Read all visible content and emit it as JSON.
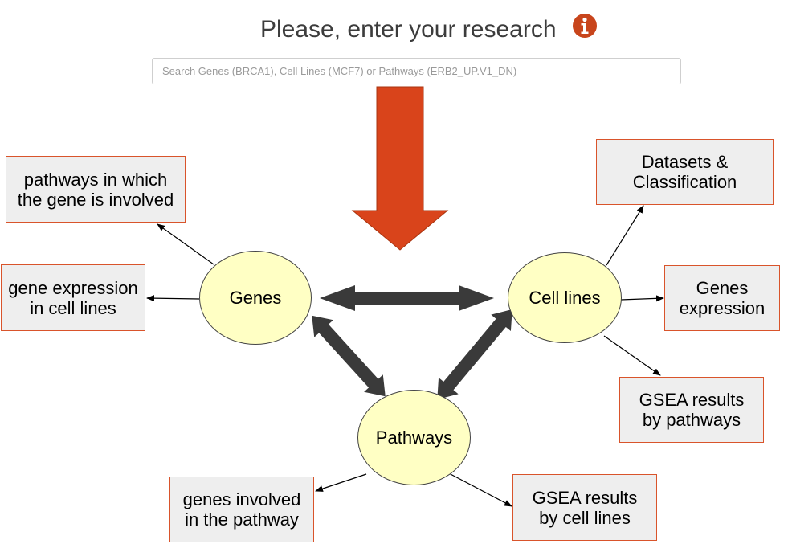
{
  "header": {
    "title": "Please, enter your research",
    "info_icon": "info-icon"
  },
  "search": {
    "placeholder": "Search Genes (BRCA1), Cell Lines (MCF7) or Pathways (ERB2_UP.V1_DN)",
    "value": ""
  },
  "nodes": {
    "genes": "Genes",
    "cell_lines": "Cell lines",
    "pathways": "Pathways"
  },
  "boxes": {
    "gene_pathways": "pathways in which\nthe gene is involved",
    "gene_expression_cell_lines": "gene expression\nin cell lines",
    "datasets_classification": "Datasets &\nClassification",
    "genes_expression": "Genes\nexpression",
    "gsea_by_pathways": "GSEA results\nby pathways",
    "genes_in_pathway": "genes involved\nin the pathway",
    "gsea_by_cell_lines": "GSEA results\nby cell lines"
  },
  "colors": {
    "accent_arrow": "#d9441b",
    "box_border": "#d9542b",
    "box_fill": "#eeeeee",
    "node_fill": "#ffffc4",
    "double_arrow": "#3a3a3a"
  }
}
